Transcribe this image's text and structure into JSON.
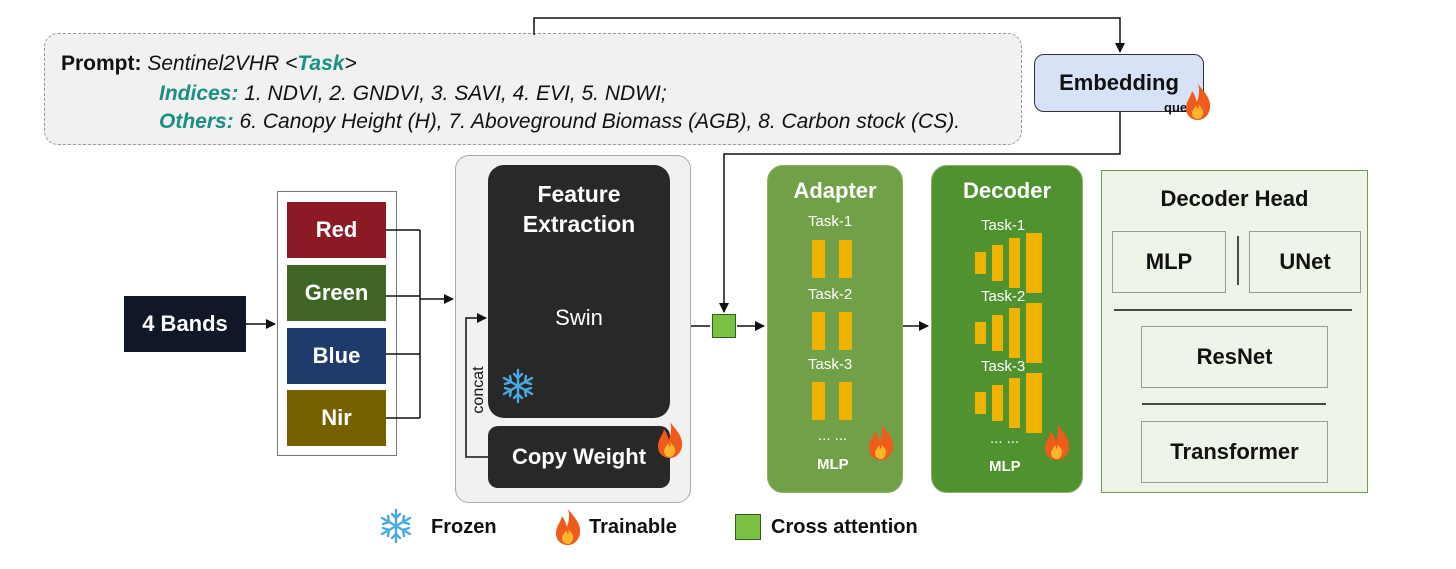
{
  "prompt": {
    "label": "Prompt:",
    "model": "Sentinel2VHR",
    "task_open": "<",
    "task": "Task",
    "task_close": ">",
    "indices_label": "Indices:",
    "indices_text": "1. NDVI, 2. GNDVI, 3. SAVI, 4. EVI, 5. NDWI;",
    "others_label": "Others:",
    "others_text": "6. Canopy Height (H), 7. Aboveground Biomass (AGB), 8. Carbon stock (CS)."
  },
  "embedding": {
    "label": "Embedding",
    "icon": "fire-icon"
  },
  "query_label": "query",
  "input": {
    "label": "4 Bands"
  },
  "bands": [
    {
      "label": "Red",
      "color": "#8b1a24"
    },
    {
      "label": "Green",
      "color": "#3f6627"
    },
    {
      "label": "Blue",
      "color": "#1e3b6b"
    },
    {
      "label": "Nir",
      "color": "#766000"
    }
  ],
  "encoder": {
    "title": "Feature Extraction",
    "backbone": "Swin",
    "frozen_icon": "snowflake-icon",
    "concat_label": "concat",
    "copy_label": "Copy Weight",
    "copy_icon": "fire-icon"
  },
  "adapter": {
    "title": "Adapter",
    "tasks": [
      "Task-1",
      "Task-2",
      "Task-3"
    ],
    "ellipsis": "... ...",
    "footer": "MLP",
    "color": "#72a048"
  },
  "decoder": {
    "title": "Decoder",
    "tasks": [
      "Task-1",
      "Task-2",
      "Task-3"
    ],
    "ellipsis": "... ...",
    "footer": "MLP",
    "color": "#509230"
  },
  "decoder_head": {
    "title": "Decoder Head",
    "options": [
      "MLP",
      "UNet",
      "ResNet",
      "Transformer"
    ]
  },
  "legend": {
    "frozen": "Frozen",
    "trainable": "Trainable",
    "cross_attention": "Cross attention"
  },
  "colors": {
    "teal_text": "#1a8f82",
    "block_yellow": "#f0b400",
    "cross_attention_green": "#7cc242",
    "fire": "#f05a1a",
    "snowflake": "#4aa9e0"
  }
}
